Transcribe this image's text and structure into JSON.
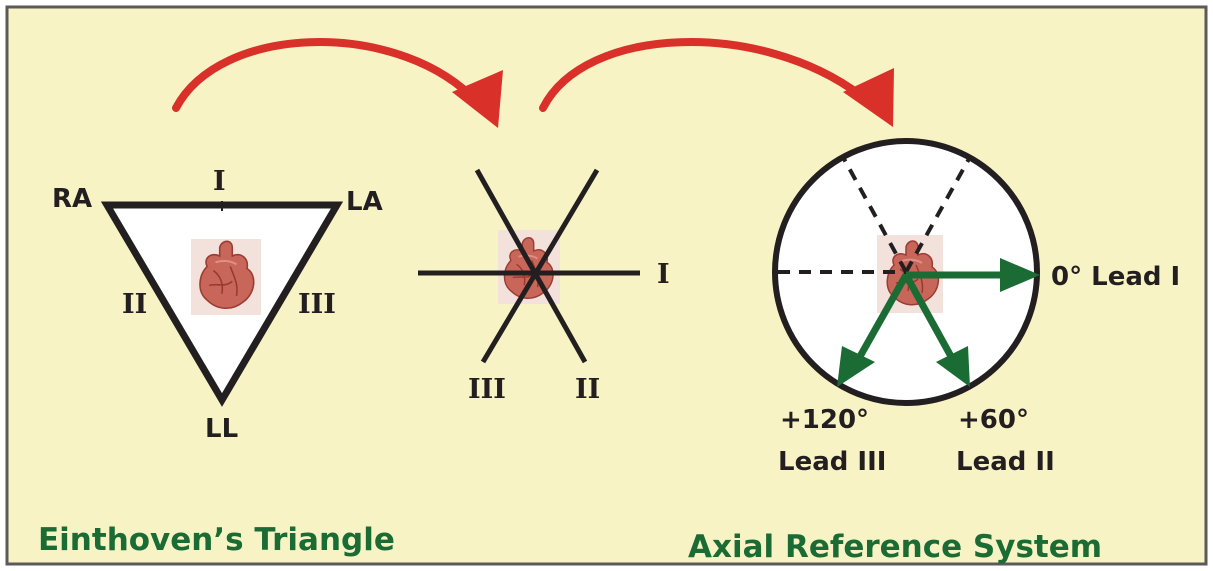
{
  "captions": {
    "left": "Einthoven’s Triangle",
    "right": "Axial Reference System"
  },
  "triangle": {
    "vertex_labels": {
      "ra": "RA",
      "la": "LA",
      "ll": "LL"
    },
    "side_labels": {
      "top": "I",
      "left": "II",
      "right": "III"
    }
  },
  "hexaxial": {
    "labels": {
      "lead_i": "I",
      "lead_iii": "III",
      "lead_ii": "II"
    }
  },
  "axial": {
    "lead_i_label": "0° Lead I",
    "lead_iii_angle": "+120°",
    "lead_iii_name": "Lead III",
    "lead_ii_angle": "+60°",
    "lead_ii_name": "Lead II"
  },
  "colors": {
    "background": "#f8f3c4",
    "frame": "#5a5a5a",
    "arrow_red": "#d9302a",
    "lead_green": "#1a6b34",
    "text": "#231f20",
    "heart": "#c8665a"
  }
}
